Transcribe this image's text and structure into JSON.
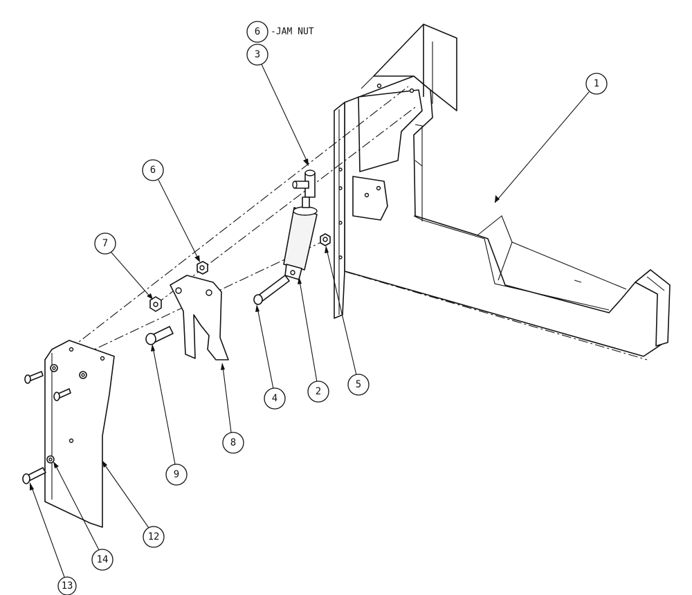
{
  "balloons": [
    {
      "id": "1",
      "label": "1"
    },
    {
      "id": "2",
      "label": "2"
    },
    {
      "id": "3",
      "label": "3"
    },
    {
      "id": "4",
      "label": "4"
    },
    {
      "id": "5",
      "label": "5"
    },
    {
      "id": "6a",
      "label": "6"
    },
    {
      "id": "6b",
      "label": "6"
    },
    {
      "id": "7",
      "label": "7"
    },
    {
      "id": "8",
      "label": "8"
    },
    {
      "id": "9",
      "label": "9"
    },
    {
      "id": "12",
      "label": "12"
    },
    {
      "id": "13",
      "label": "13"
    },
    {
      "id": "14",
      "label": "14"
    }
  ],
  "note": "-JAM NUT",
  "colors": {
    "line": "#111111",
    "background": "#ffffff"
  }
}
